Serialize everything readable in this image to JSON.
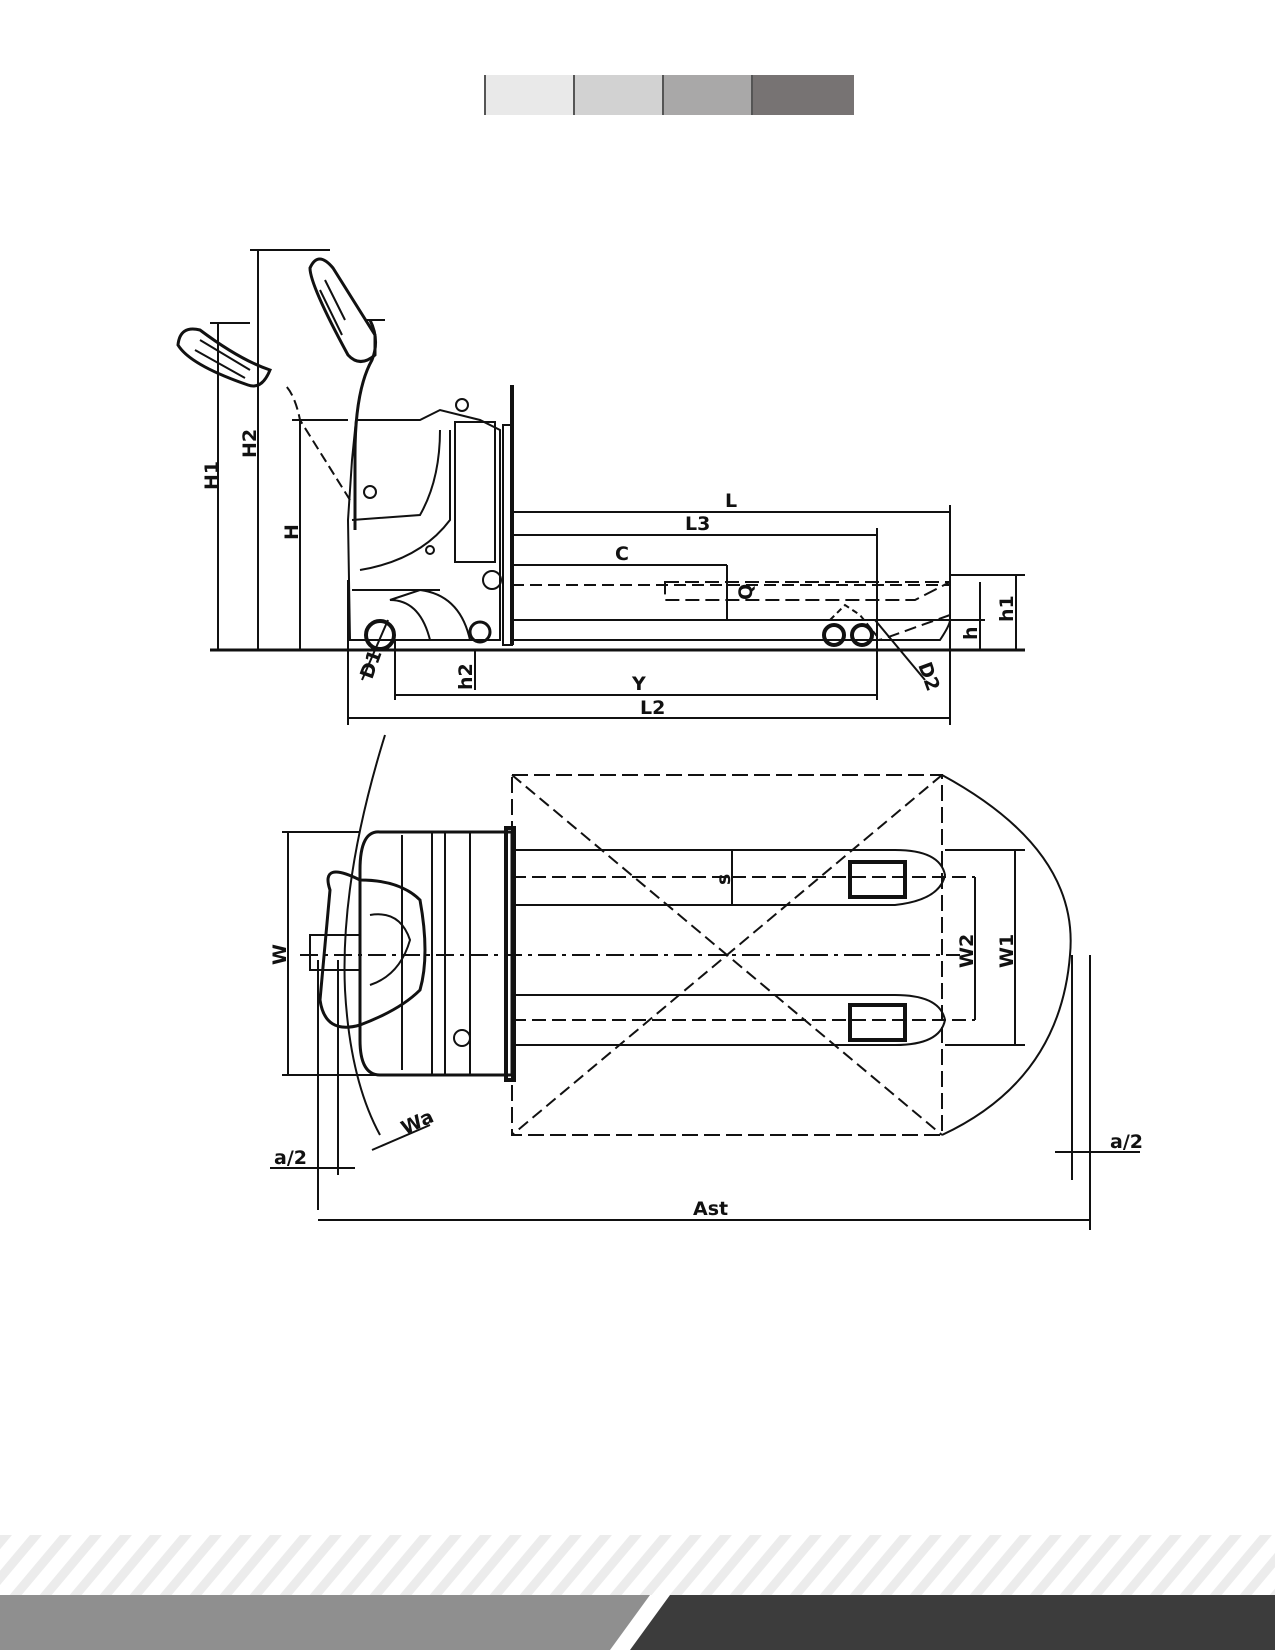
{
  "header": {
    "swatches": [
      {
        "color": "#e9e9e9"
      },
      {
        "color": "#d2d2d2"
      },
      {
        "color": "#a9a8a8"
      },
      {
        "color": "#777373"
      }
    ]
  },
  "side_view": {
    "dimension_labels": {
      "H1": "H1",
      "H2": "H2",
      "H": "H",
      "L": "L",
      "L3": "L3",
      "C": "C",
      "Q": "Q",
      "h": "h",
      "h1": "h1",
      "D1": "D1",
      "h2": "h2",
      "Y": "Y",
      "L2": "L2",
      "D2": "D2"
    }
  },
  "top_view": {
    "dimension_labels": {
      "W": "W",
      "s": "s",
      "W2": "W2",
      "W1": "W1",
      "Wa": "Wa",
      "a2_left": "a/2",
      "a2_right": "a/2",
      "Ast": "Ast"
    }
  },
  "footer": {
    "colors": {
      "band_left": "#8f8f8f",
      "band_right": "#3c3c3c",
      "stripes": "#ececec"
    }
  }
}
